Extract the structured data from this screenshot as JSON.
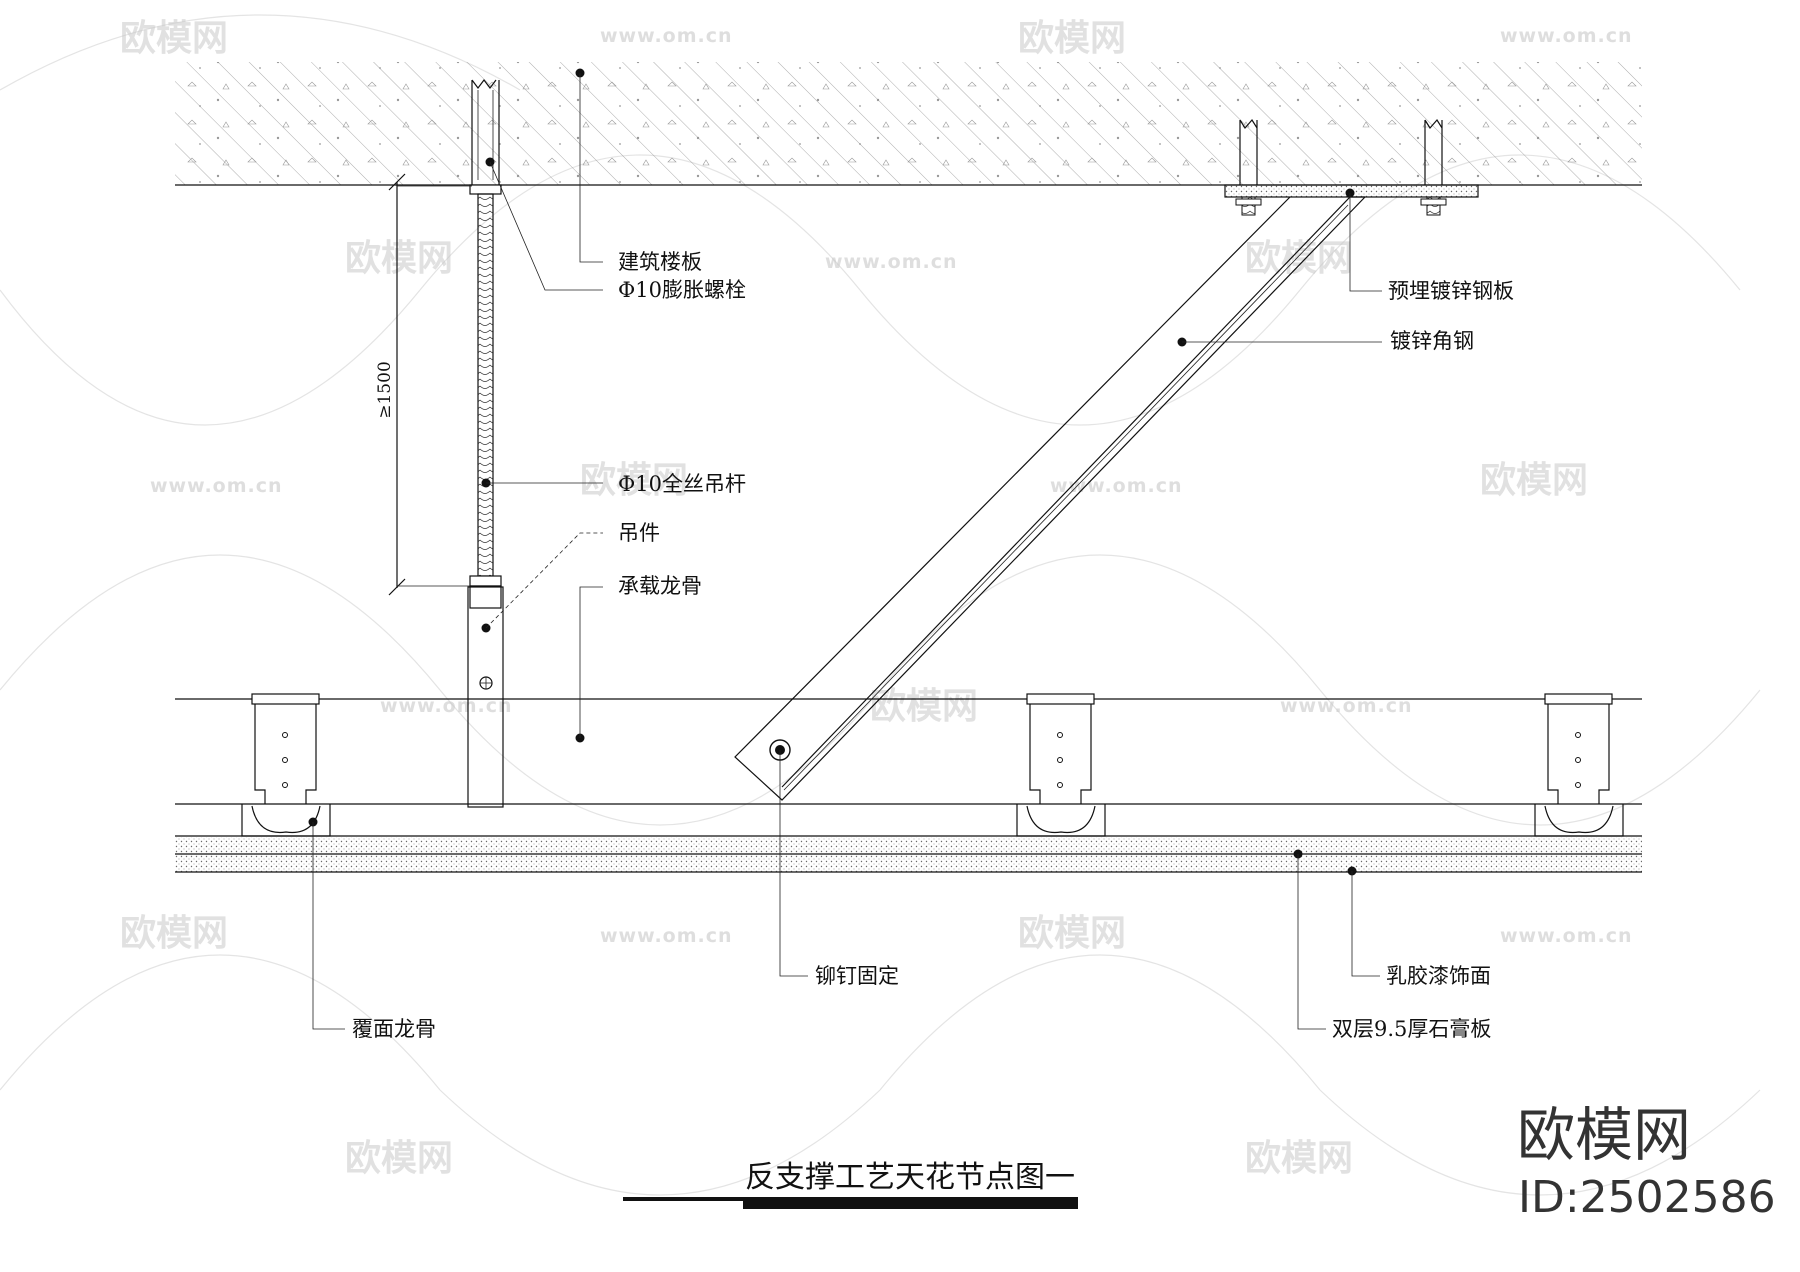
{
  "drawing": {
    "title": "反支撑工艺天花节点图一",
    "dimension_text": "≥1500",
    "labels": {
      "slab": "建筑楼板",
      "expansion_bolt": "Φ10膨胀螺栓",
      "hanger_rod": "Φ10全丝吊杆",
      "hanger": "吊件",
      "main_runner": "承载龙骨",
      "embedded_plate": "预埋镀锌钢板",
      "angle_steel": "镀锌角钢",
      "rivet": "铆钉固定",
      "cover_runner": "覆面龙骨",
      "latex_paint": "乳胶漆饰面",
      "gypsum_board": "双层9.5厚石膏板"
    }
  },
  "watermark": {
    "brand": "欧模网",
    "url": "www.om.cn",
    "id_text": "ID:2502586"
  },
  "colors": {
    "line": "#111111",
    "hatch": "#555555",
    "watermark": "#c9c9c9",
    "background": "#ffffff"
  }
}
